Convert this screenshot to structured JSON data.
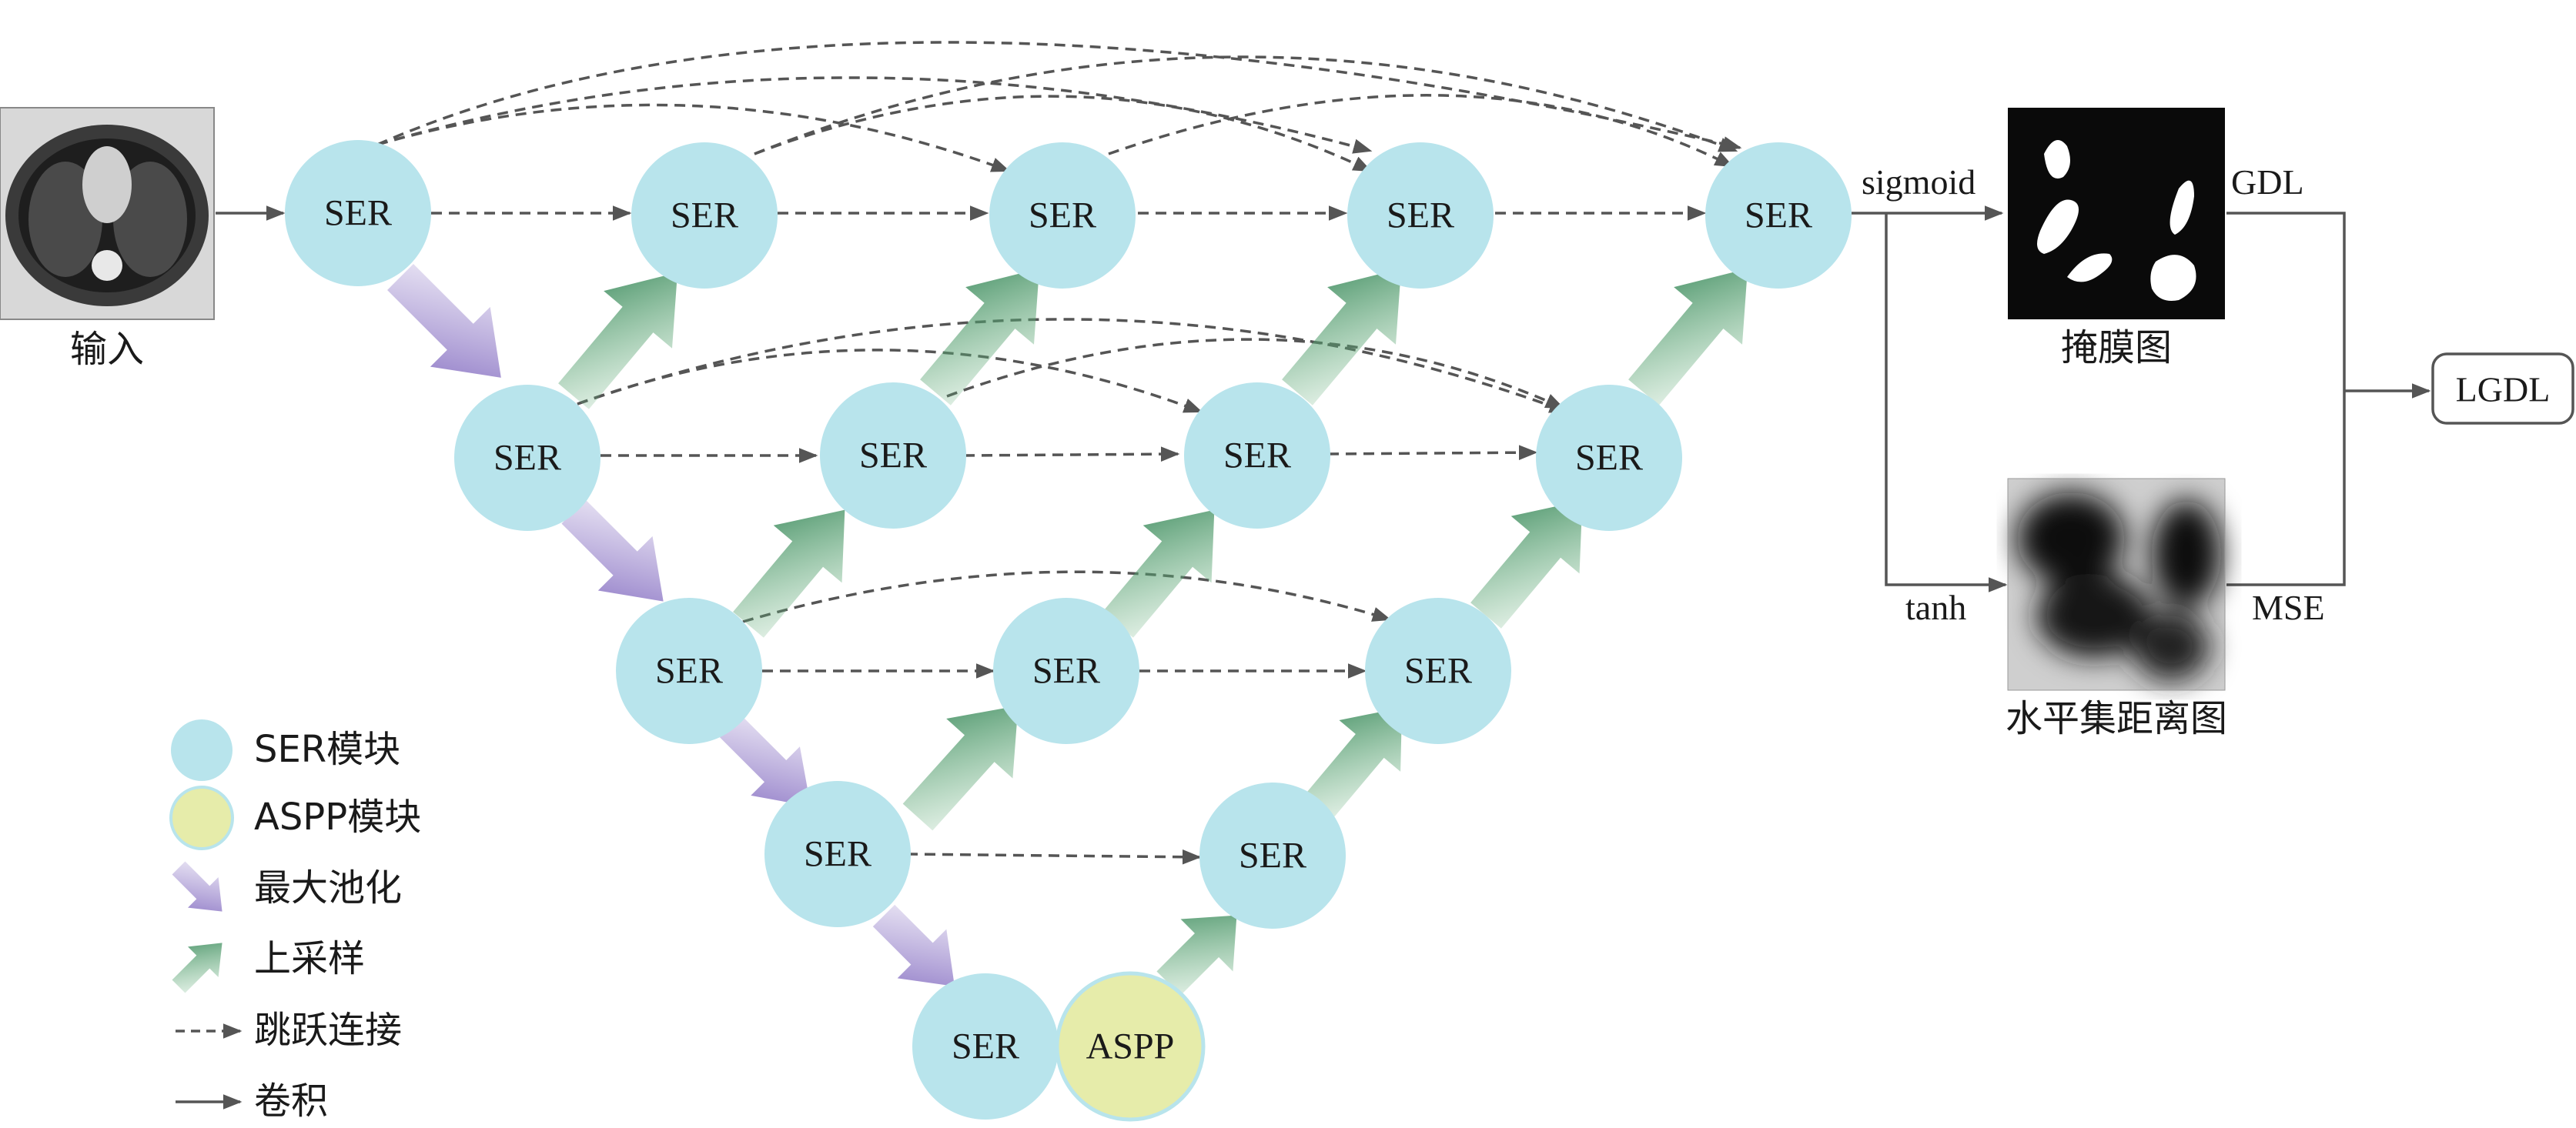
{
  "nodes": {
    "n00": "SER",
    "n01": "SER",
    "n02": "SER",
    "n03": "SER",
    "n04": "SER",
    "n10": "SER",
    "n11": "SER",
    "n12": "SER",
    "n13": "SER",
    "n20": "SER",
    "n21": "SER",
    "n22": "SER",
    "n30": "SER",
    "n31": "SER",
    "n40": "SER",
    "aspp": "ASPP"
  },
  "labels": {
    "input": "输入",
    "mask": "掩膜图",
    "levelset": "水平集距离图",
    "sigmoid": "sigmoid",
    "tanh": "tanh",
    "gdl": "GDL",
    "mse": "MSE",
    "lgdl": "LGDL"
  },
  "legend": {
    "ser": "SER模块",
    "aspp": "ASPP模块",
    "maxpool": "最大池化",
    "upsample": "上采样",
    "skip": "跳跃连接",
    "conv": "卷积"
  },
  "colors": {
    "ser_fill": "#b8e4ec",
    "aspp_fill": "#e6ecaa",
    "pool_arrow": "#9a86cc",
    "up_arrow": "#4f9a6a",
    "line": "#555555"
  }
}
